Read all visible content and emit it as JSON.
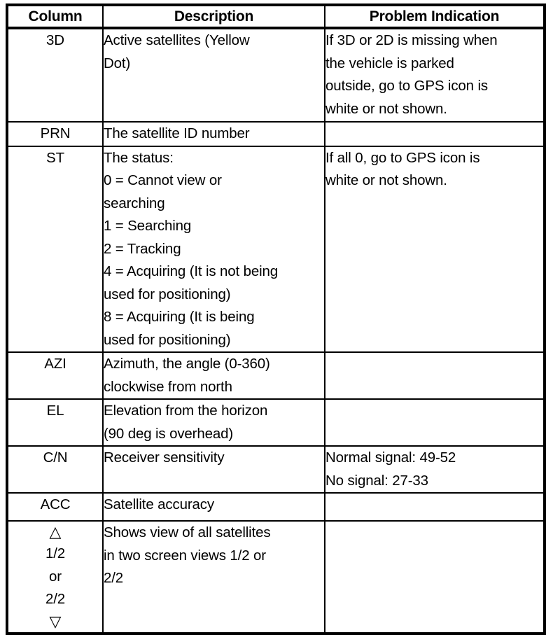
{
  "table": {
    "headers": [
      {
        "label": "Column"
      },
      {
        "label": "Description"
      },
      {
        "label": "Problem Indication"
      }
    ],
    "rows": [
      {
        "key": "3D",
        "description": "Active satellites (Yellow\nDot)",
        "problem": "If 3D or 2D is missing when\nthe vehicle is parked\noutside, go to GPS icon is\nwhite or not shown."
      },
      {
        "key": "PRN",
        "description": "The satellite ID number",
        "problem": ""
      },
      {
        "key": "ST",
        "description": "The status:\n0 = Cannot view or\nsearching\n1 = Searching\n2 = Tracking\n4 = Acquiring (It is not being\nused for positioning)\n8 = Acquiring (It is being\nused for positioning)",
        "problem": "If all 0, go to GPS icon is\nwhite or not shown."
      },
      {
        "key": "AZI",
        "description": "Azimuth, the angle (0-360)\nclockwise from north",
        "problem": ""
      },
      {
        "key": "EL",
        "description": "Elevation from the horizon\n(90 deg is overhead)",
        "problem": ""
      },
      {
        "key": "C/N",
        "description": "Receiver sensitivity",
        "problem": "Normal signal: 49-52\nNo signal: 27-33"
      },
      {
        "key": "ACC",
        "description": "Satellite accuracy",
        "problem": ""
      },
      {
        "key_glyph_top": "△",
        "key_lines": "1/2\nor\n2/2",
        "key_glyph_bottom": "▽",
        "description": "Shows view of all satellites\nin two screen views 1/2 or\n2/2",
        "problem": ""
      }
    ]
  },
  "colors": {
    "border": "#000000",
    "background": "#ffffff",
    "text": "#000000"
  }
}
